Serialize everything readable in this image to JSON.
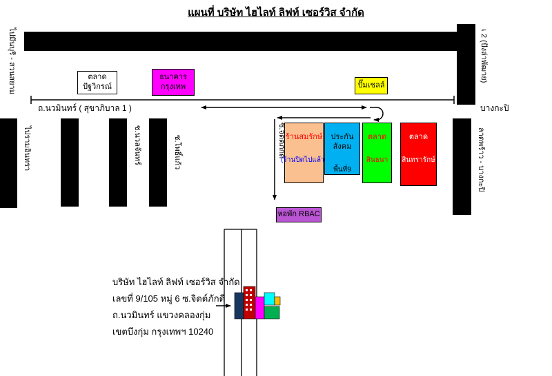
{
  "title": "แผนที่ บริษัท ไฮไลท์ ลิฟท์ เซอร์วิส จำกัด",
  "roads": {
    "nawamin": "ถ.นวมินทร์ ( สุขาภิบาล 1 )",
    "bangkapi": "บางกะปิ",
    "to_minburi": "ไปมีนบุรี - สวนสยาม",
    "top_right": "เ 2 (ปังล่าพัฒาย)",
    "to_ramintra": "ไปรามอินทรา",
    "soi_nuanchan": "ซ.นวลจันทร์",
    "soi_phokaew": "ซ.โพธิ์แก้ว",
    "soi_chitphakdi": "ซ.จิตต์ภักดี",
    "latphrao_bangkapi": "ลาดพร้าว - บางกะปิ"
  },
  "landmarks": {
    "patwikorn": {
      "line1": "ตลาด",
      "line2": "ปัฐวิกรณ์",
      "bg": "#FFFFFF",
      "text": "#000000"
    },
    "bangkok_bank": {
      "line1": "ธนาคาร",
      "line2": "กรุงเทพ",
      "bg": "#FF00FF",
      "text": "#000000"
    },
    "shell": {
      "label": "ปั๊มเชลล์",
      "bg": "#FFFF00",
      "text": "#000000"
    },
    "somrak": {
      "line1": "ร้านสมรักษ์",
      "line2": "(ร้านปิดไปแล้ว)",
      "bg": "#FAC090",
      "line1_color": "#FF0000",
      "line2_color": "#0000FF"
    },
    "social_security": {
      "line1": "ประกันสังคม",
      "line2": "พื้นที่9",
      "bg": "#00B0F0",
      "text": "#000000"
    },
    "sinthana": {
      "line1": "ตลาด",
      "line2": "สินธนา",
      "bg": "#00FF00",
      "text": "#FF0000"
    },
    "sintrarak": {
      "line1": "ตลาด",
      "line2": "สินทรารักษ์",
      "bg": "#FF0000",
      "text": "#FFFFFF"
    },
    "rbac": {
      "label": "หอพัก RBAC",
      "bg": "#BA55D3",
      "text": "#000000"
    }
  },
  "company": {
    "name": "บริษัท ไฮไลท์ ลิฟท์ เซอร์วิส จำกัด",
    "address1": "เลขที่ 9/105 หมู่ 6 ซ.จิตต์ภักดี",
    "address2": "ถ.นวมินทร์ แขวงคลองกุ่ม",
    "address3": "เขตบึงกุ่ม กรุงเทพฯ 10240"
  },
  "colors": {
    "road": "#000000",
    "background": "#FFFFFF"
  }
}
